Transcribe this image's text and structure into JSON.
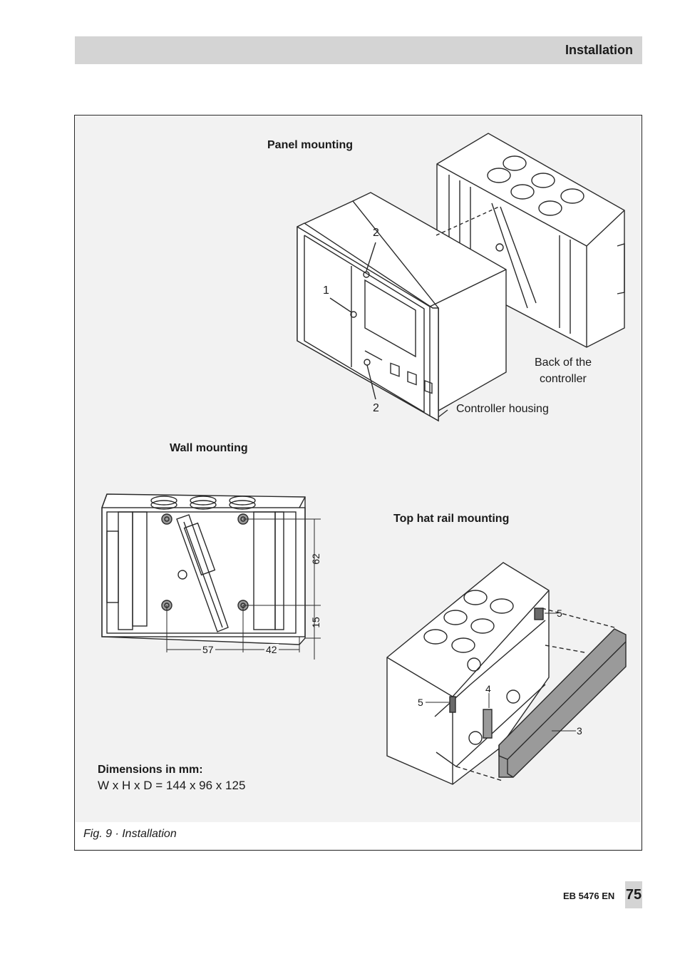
{
  "header": {
    "title": "Installation"
  },
  "figure": {
    "panel_mounting_title": "Panel mounting",
    "wall_mounting_title": "Wall mounting",
    "top_hat_title": "Top hat rail mounting",
    "labels": {
      "callout_1": "1",
      "callout_2_top": "2",
      "callout_2_bottom": "2",
      "back_line1": "Back of the",
      "back_line2": "controller",
      "controller_housing": "Controller housing",
      "dim_62": "62",
      "dim_15": "15",
      "dim_57": "57",
      "dim_42": "42",
      "callout_5_right": "5",
      "callout_5_left": "5",
      "callout_4": "4",
      "callout_3": "3"
    },
    "dimensions_title": "Dimensions in mm:",
    "dimensions_value": "W x H x D = 144 x 96 x 125",
    "caption": "Fig. 9 · Installation"
  },
  "footer": {
    "doc_id": "EB 5476 EN",
    "page_number": "75"
  },
  "colors": {
    "header_bg": "#d4d4d4",
    "figure_bg": "#f2f2f2",
    "rail_fill": "#9a9a9a"
  }
}
